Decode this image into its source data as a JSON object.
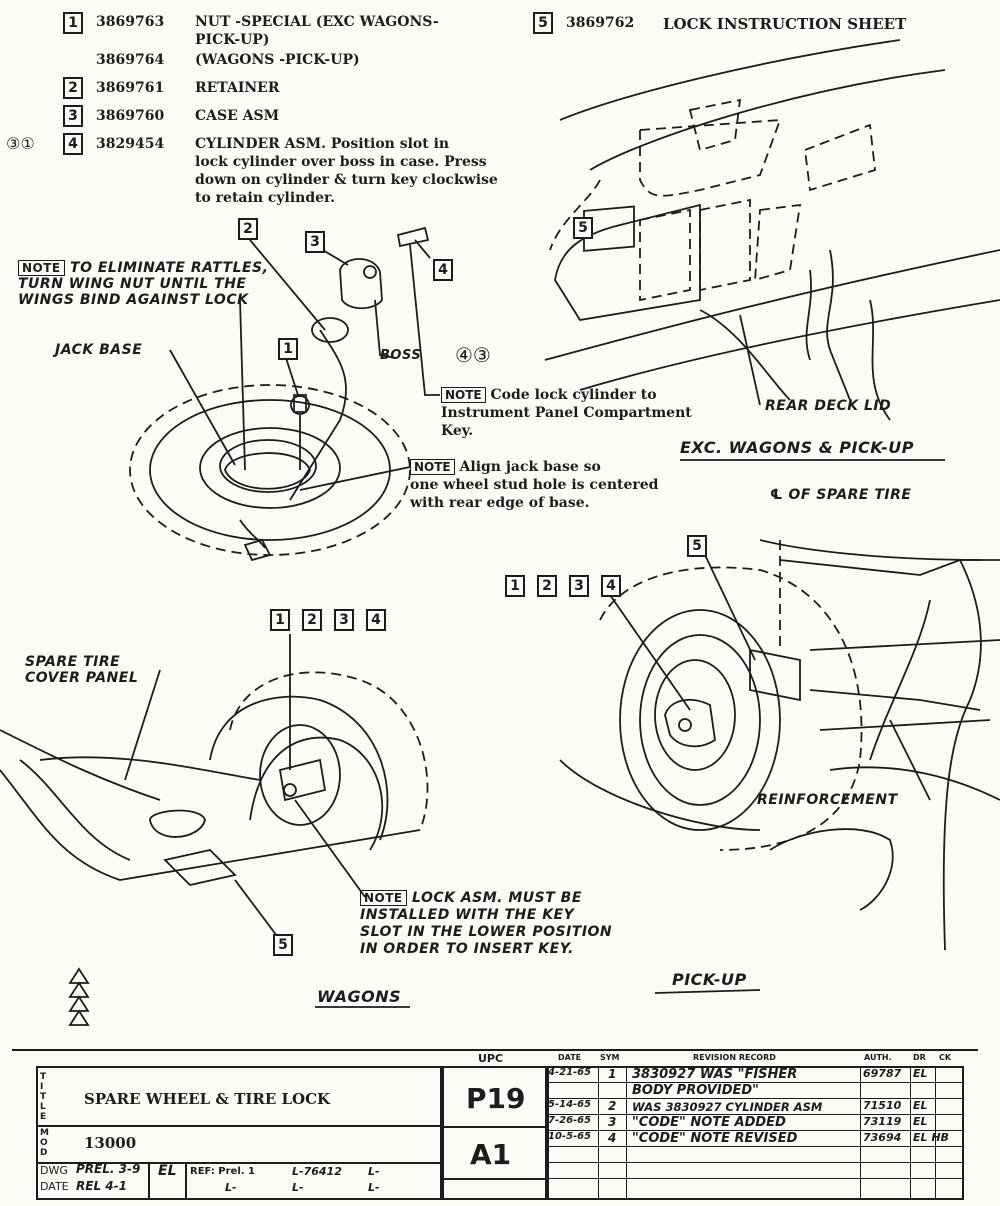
{
  "parts": [
    {
      "ref": "1",
      "number": "3869763",
      "description": "NUT -SPECIAL (EXC WAGONS-",
      "description2": "PICK-UP)"
    },
    {
      "ref": "",
      "number": "3869764",
      "description": "(WAGONS -PICK-UP)"
    },
    {
      "ref": "2",
      "number": "3869761",
      "description": "RETAINER"
    },
    {
      "ref": "3",
      "number": "3869760",
      "description": "CASE ASM"
    },
    {
      "ref": "4",
      "number": "3829454",
      "description": "CYLINDER ASM.  Position slot in",
      "description2": "lock cylinder over boss in case.  Press",
      "description3": "down on cylinder & turn key clockwise",
      "description4": "to retain cylinder."
    },
    {
      "ref": "5",
      "number": "3869762",
      "description": "LOCK INSTRUCTION SHEET"
    }
  ],
  "notes": {
    "tag": "NOTE",
    "rattles": [
      "TO ELIMINATE RATTLES,",
      "TURN WING NUT UNTIL THE",
      "WINGS BIND AGAINST LOCK"
    ],
    "code": [
      "Code lock cylinder to",
      "Instrument Panel Compartment",
      "Key."
    ],
    "jack": [
      "Align jack base so",
      "one wheel stud hole is centered",
      "with rear edge of base."
    ],
    "lock": [
      "LOCK ASM. MUST BE",
      "INSTALLED WITH THE KEY",
      "SLOT IN THE LOWER POSITION",
      "IN ORDER TO INSERT KEY."
    ]
  },
  "callouts": {
    "jack_base": "JACK BASE",
    "boss": "BOSS",
    "rear_deck_lid": "REAR DECK LID",
    "exc_wagons": "EXC. WAGONS & PICK-UP",
    "cl_spare_tire": "OF SPARE TIRE",
    "spare_tire_cover": [
      "SPARE TIRE",
      "COVER PANEL"
    ],
    "reinforcement": "REINFORCEMENT",
    "wagons": "WAGONS",
    "pickup": "PICK-UP",
    "circled_4_3": "④③",
    "left_symbols": "③①"
  },
  "box_labels": [
    "1",
    "2",
    "3",
    "4",
    "5"
  ],
  "title_block": {
    "upc_header": "UPC",
    "title_label": "TITLE",
    "title": "SPARE WHEEL & TIRE LOCK",
    "mod_label": "MOD",
    "mod": "13000",
    "upc": "P19",
    "sheet": "A1",
    "dwg_label": "DWG",
    "date_label": "DATE",
    "prel": "PREL. 3-9",
    "rel": "REL  4-1",
    "initials": "EL",
    "ref": "REF: Prel.  1",
    "ref_no": "L-76412",
    "l_marks": "L-",
    "headers": {
      "date": "DATE",
      "sym": "SYM",
      "revision": "REVISION RECORD",
      "auth": "AUTH.",
      "dr": "DR",
      "ck": "CK"
    },
    "revisions": [
      {
        "date": "4-21-65",
        "sym": "1",
        "text": "3830927  WAS \"FISHER",
        "auth": "69787",
        "dr": "EL"
      },
      {
        "date": "",
        "sym": "",
        "text": "BODY PROVIDED\"",
        "auth": "",
        "dr": ""
      },
      {
        "date": "5-14-65",
        "sym": "2",
        "text": "WAS 3830927 CYLINDER ASM",
        "auth": "71510",
        "dr": "EL"
      },
      {
        "date": "7-26-65",
        "sym": "3",
        "text": "\"CODE\" NOTE ADDED",
        "auth": "73119",
        "dr": "EL"
      },
      {
        "date": "10-5-65",
        "sym": "4",
        "text": "\"CODE\" NOTE REVISED",
        "auth": "73694",
        "dr": "EL HB"
      }
    ]
  }
}
